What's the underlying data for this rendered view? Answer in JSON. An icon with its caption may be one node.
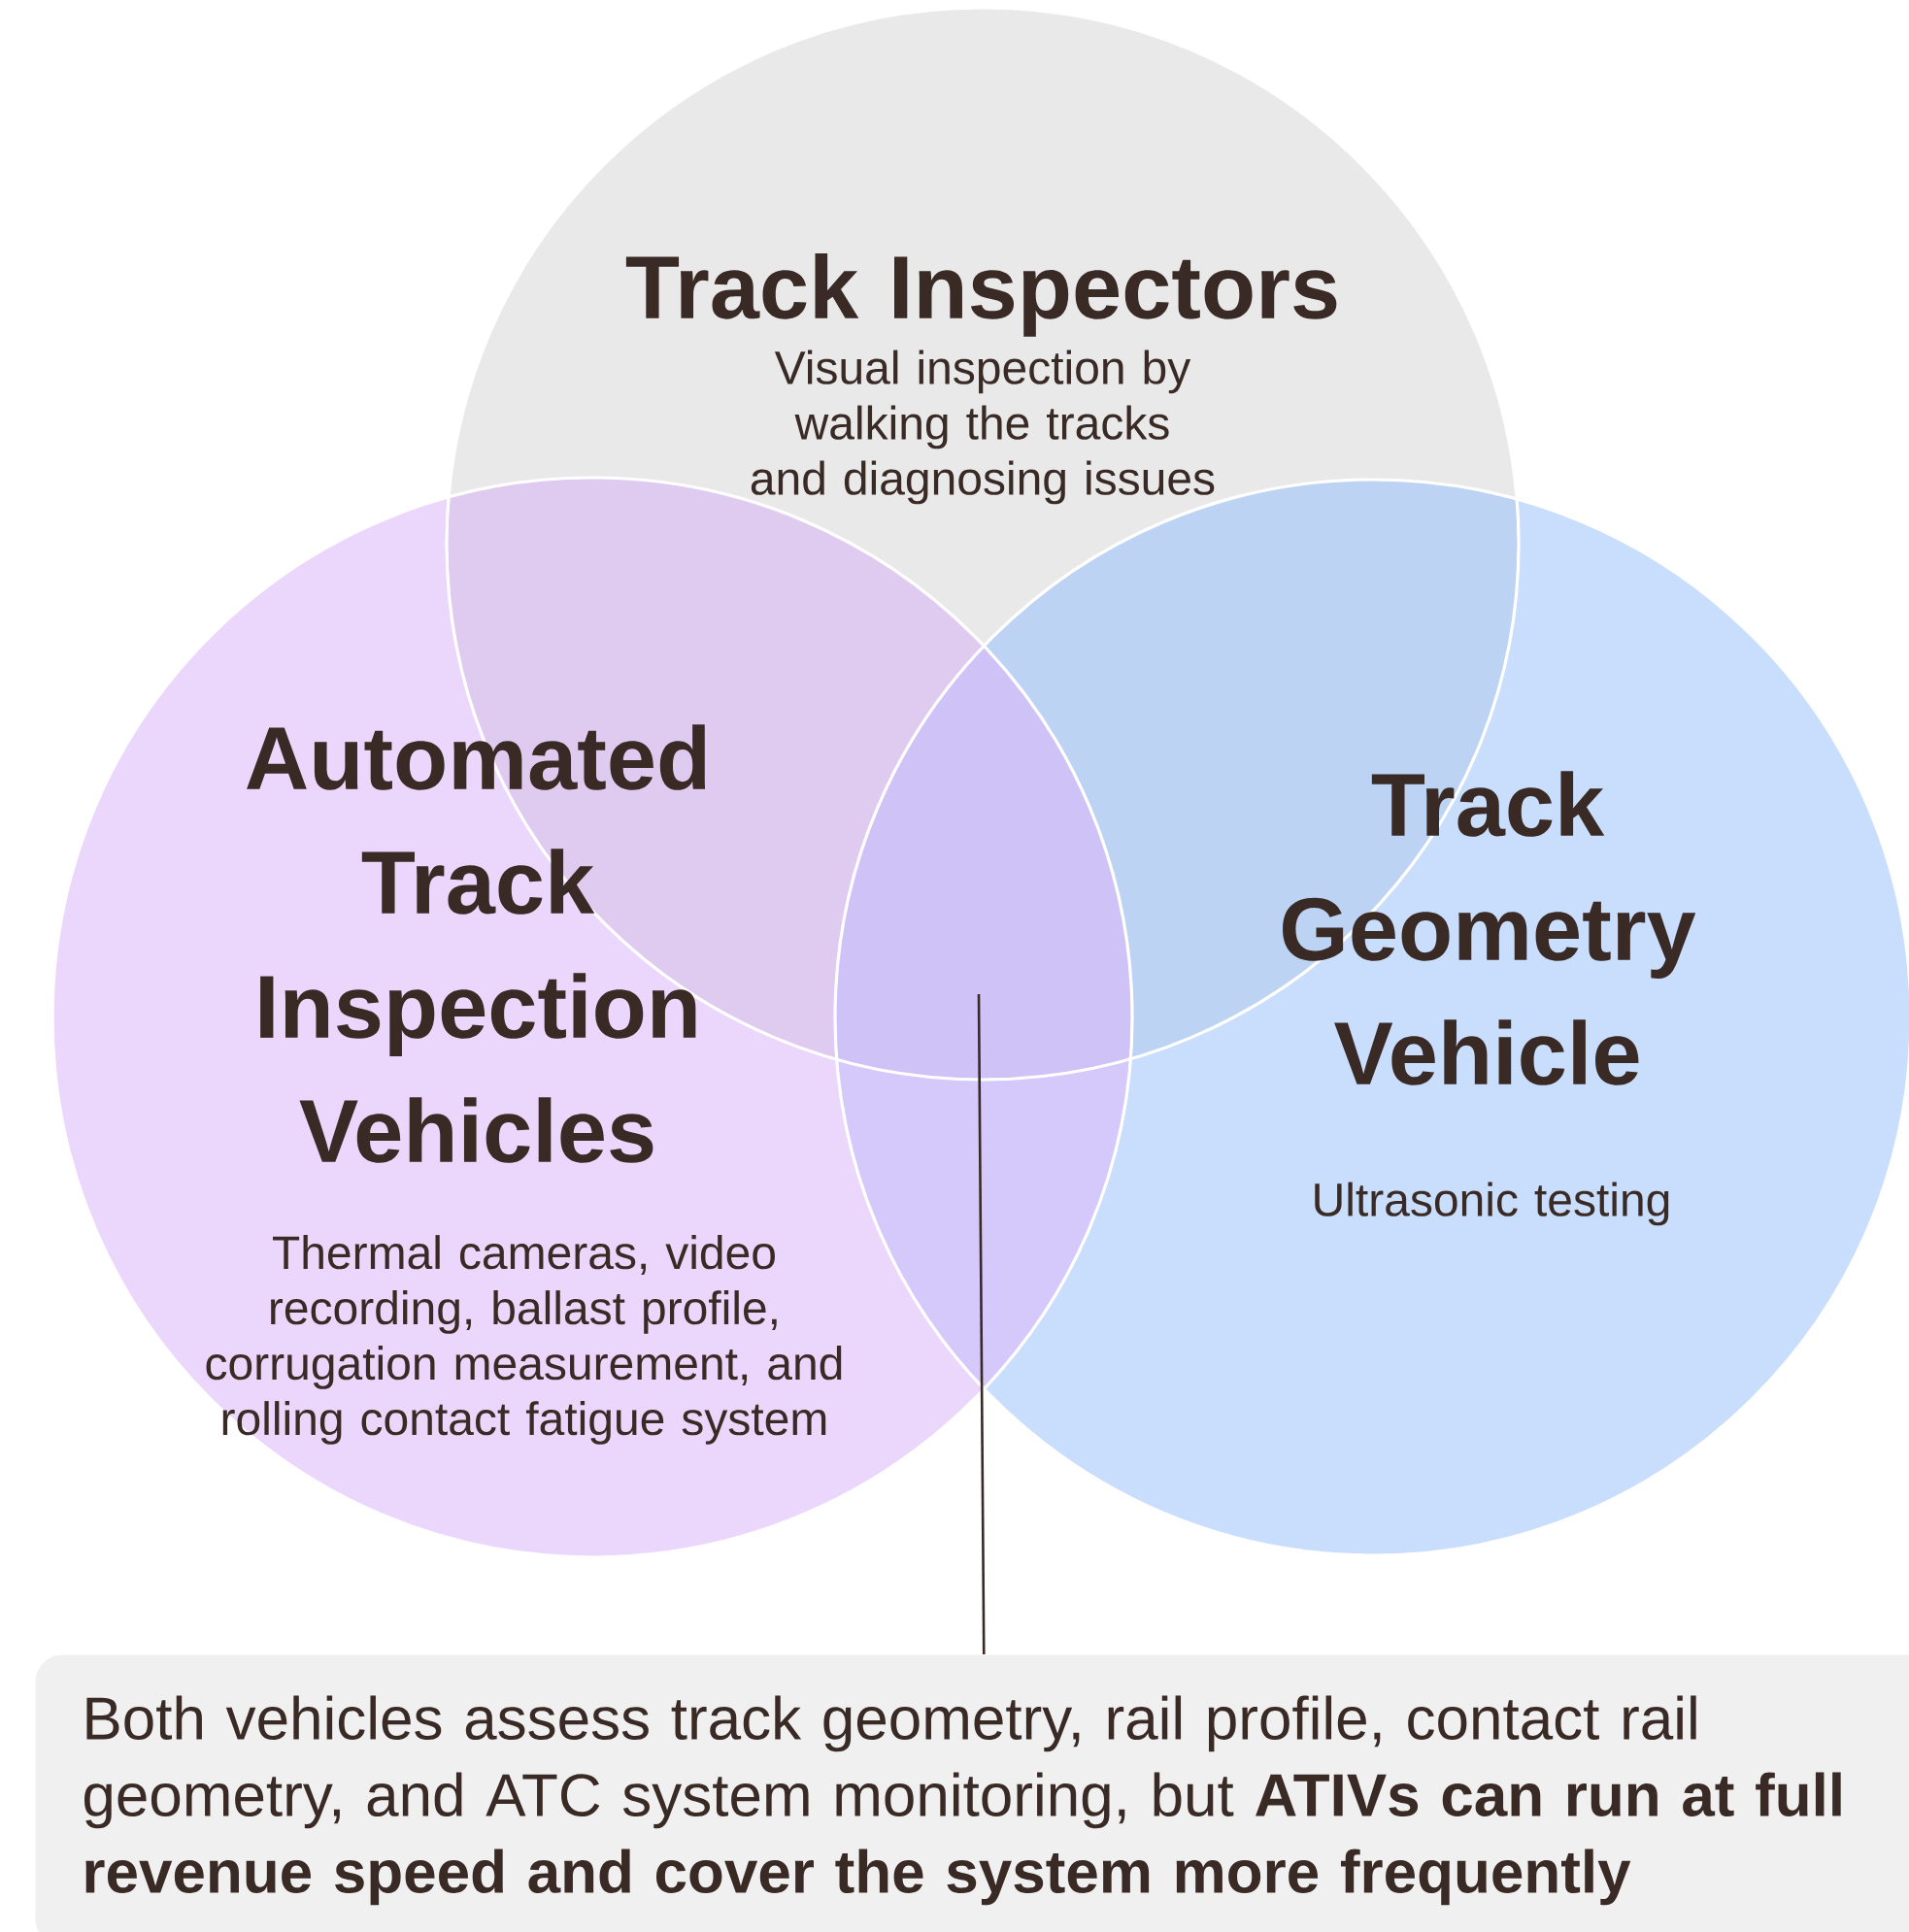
{
  "diagram": {
    "nodes": [
      {
        "text": [
          "Track Inspectors",
          "Visual inspection by walking the tracks and diagnosing issues"
        ]
      },
      {
        "text": [
          "Automated Track Inspection Vehicles",
          "Thermal cameras, video recording, ballast profile, corrugation measurement, and rolling contact fatigue system"
        ]
      },
      {
        "text": [
          "Track Geometry Vehicle",
          "Ultrasonic testing"
        ]
      },
      {
        "text": [
          "Both vehicles assess track geometry, rail profile, contact rail geometry, and ATC system monitoring, but **ATIVs can run at full revenue speed and cover the system more frequently**"
        ]
      }
    ],
    "edges": [
      {
        "from": 3,
        "to": 0,
        "arrow": "none"
      }
    ]
  }
}
